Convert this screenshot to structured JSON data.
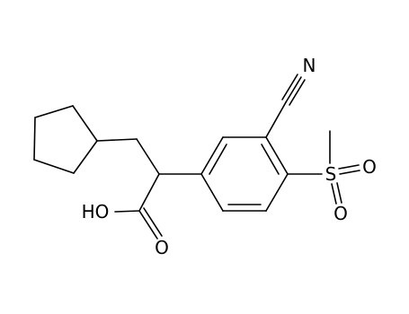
{
  "molecule": {
    "atom_labels": {
      "nitrile_n": "N",
      "sulfonyl_s": "S",
      "sulfonyl_o_upper": "O",
      "sulfonyl_o_lower": "O",
      "hydroxyl": "HO",
      "carbonyl_o": "O"
    },
    "colors": {
      "bonds": "#000000",
      "labels": "#000000",
      "background": "#ffffff"
    }
  }
}
